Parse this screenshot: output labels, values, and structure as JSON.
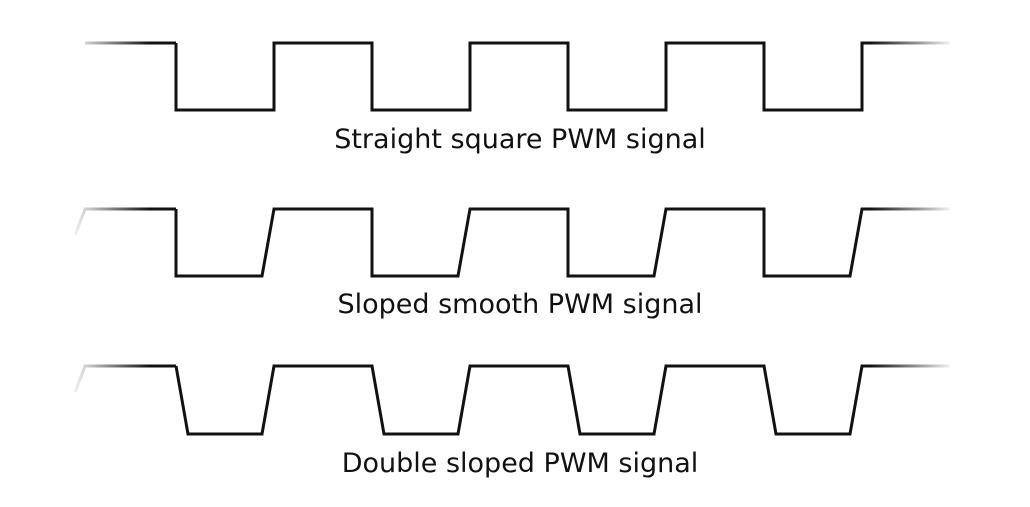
{
  "colors": {
    "signal": "#111111",
    "caption": "#111111",
    "background": "#ffffff"
  },
  "signals": [
    {
      "id": "straight-square",
      "caption": "Straight square PWM signal",
      "rise_slope": false,
      "fall_slope": false
    },
    {
      "id": "sloped-smooth",
      "caption": "Sloped smooth PWM signal",
      "rise_slope": true,
      "fall_slope": false
    },
    {
      "id": "double-sloped",
      "caption": "Double sloped PWM signal",
      "rise_slope": true,
      "fall_slope": true
    }
  ]
}
